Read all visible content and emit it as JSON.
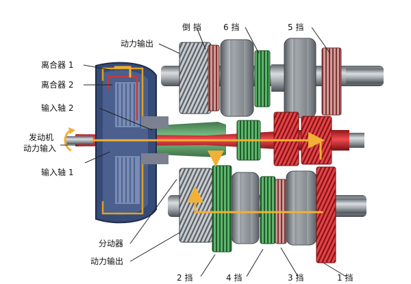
{
  "labels": {
    "reverse_gear": "倒 挡",
    "gear_6": "6 挡",
    "gear_5": "5 挡",
    "output_top": "动力输出",
    "clutch_1": "离合器 1",
    "clutch_2": "离合器 2",
    "input_shaft_2": "输入轴 2",
    "engine_input_line1": "发动机",
    "engine_input_line2": "动力输入",
    "input_shaft_1": "输入轴 1",
    "splitter": "分动器",
    "output_bottom": "动力输出",
    "gear_2": "2 挡",
    "gear_4": "4 挡",
    "gear_3": "3 挡",
    "gear_1": "1 挡"
  },
  "colors": {
    "outer_shaft": "#3f9a4e",
    "inner_shaft": "#d8262b",
    "power_flow": "#f2b035",
    "housing": "#3a4f7a",
    "clutch_outline_1": "#e0a020",
    "clutch_outline_2": "#c8383a",
    "steel": "#8f959c"
  },
  "icons": [
    "engine-input-arrow",
    "power-flow-arrow"
  ]
}
